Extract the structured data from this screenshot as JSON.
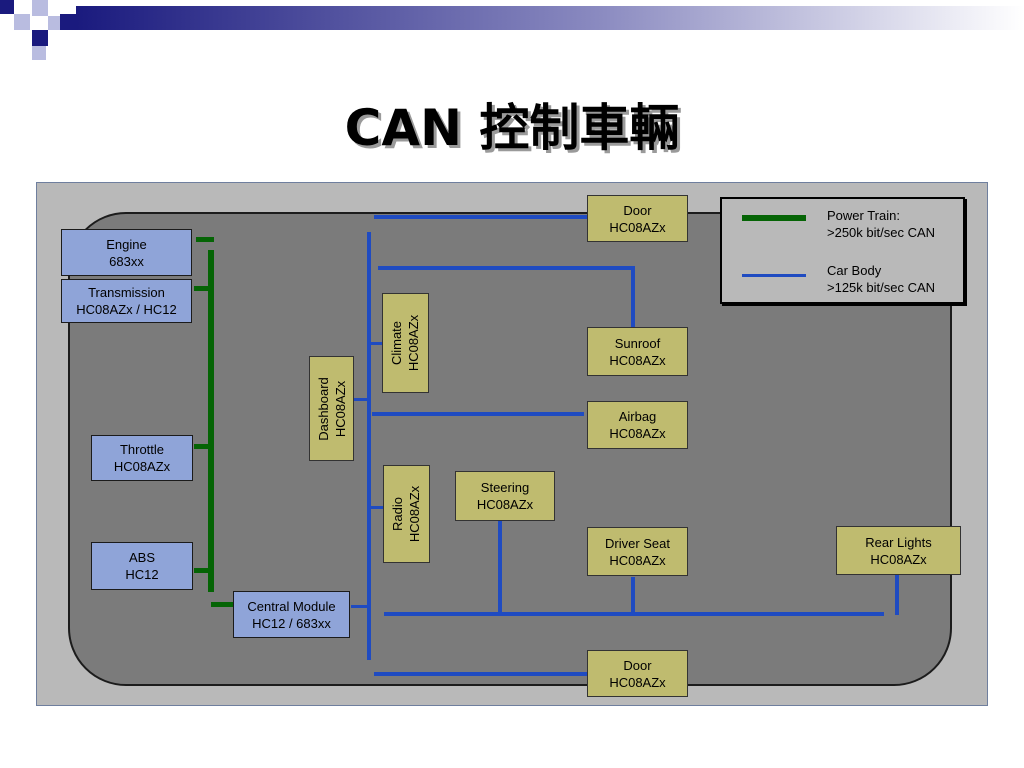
{
  "slide": {
    "title": "CAN 控制車輛"
  },
  "legend": {
    "power_train_label_line1": "Power Train:",
    "power_train_label_line2": ">250k bit/sec CAN",
    "car_body_label_line1": "Car Body",
    "car_body_label_line2": ">125k bit/sec CAN"
  },
  "nodes": {
    "engine": {
      "name": "Engine",
      "chip": "683xx"
    },
    "transmission": {
      "name": "Transmission",
      "chip": "HC08AZx / HC12"
    },
    "throttle": {
      "name": "Throttle",
      "chip": "HC08AZx"
    },
    "abs": {
      "name": "ABS",
      "chip": "HC12"
    },
    "central_module": {
      "name": "Central Module",
      "chip": "HC12 / 683xx"
    },
    "dashboard": {
      "name": "Dashboard",
      "chip": "HC08AZx"
    },
    "climate": {
      "name": "Climate",
      "chip": "HC08AZx"
    },
    "radio": {
      "name": "Radio",
      "chip": "HC08AZx"
    },
    "steering": {
      "name": "Steering",
      "chip": "HC08AZx"
    },
    "door_top": {
      "name": "Door",
      "chip": "HC08AZx"
    },
    "sunroof": {
      "name": "Sunroof",
      "chip": "HC08AZx"
    },
    "airbag": {
      "name": "Airbag",
      "chip": "HC08AZx"
    },
    "driver_seat": {
      "name": "Driver Seat",
      "chip": "HC08AZx"
    },
    "rear_lights": {
      "name": "Rear Lights",
      "chip": "HC08AZx"
    },
    "door_bottom": {
      "name": "Door",
      "chip": "HC08AZx"
    }
  },
  "colors": {
    "power_train_bus": "#056405",
    "car_body_bus": "#1f4bc1",
    "power_train_node": "#8fa4d8",
    "car_body_node": "#bfbb6f",
    "car_shape": "#7b7b7b",
    "background": "#b9b9b9"
  }
}
